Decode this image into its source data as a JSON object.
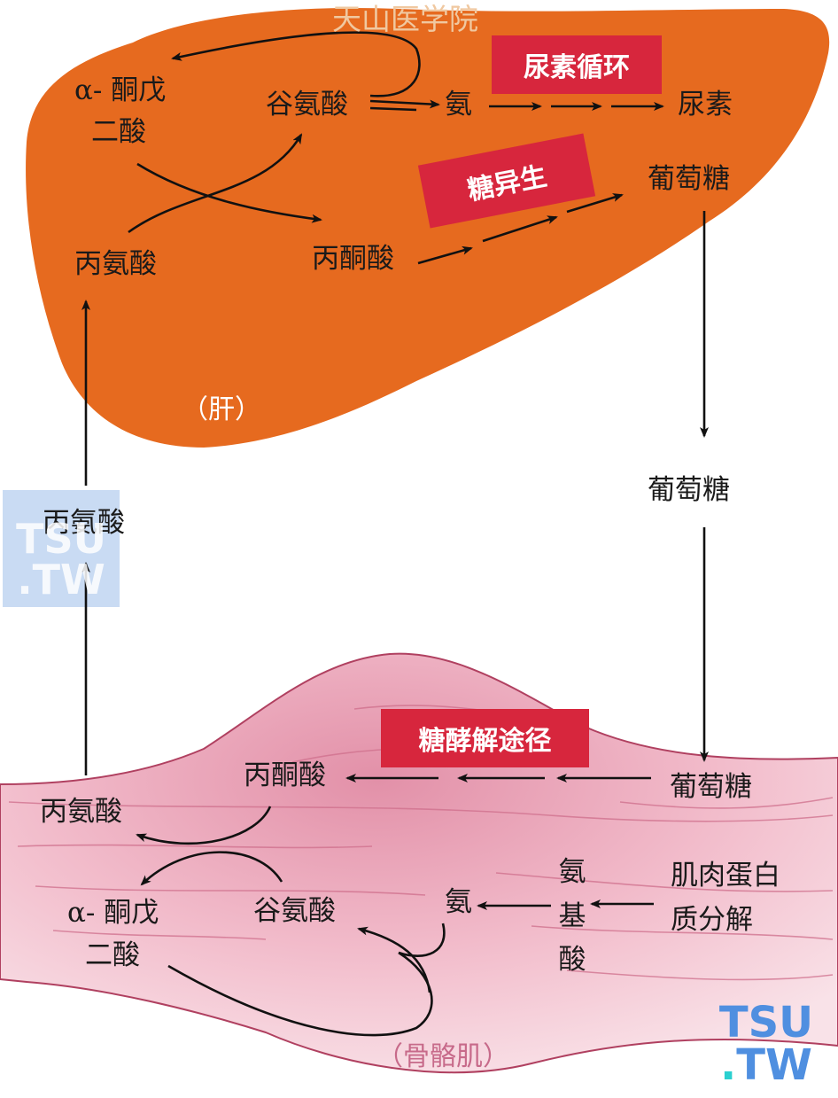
{
  "colors": {
    "liver": "#e66a1f",
    "muscle_light": "#f8dde4",
    "muscle_dark": "#e78fa7",
    "muscle_edge": "#b04060",
    "fiber": "#cf6f8c",
    "badge": "#d7263d",
    "arrow": "#111111",
    "watermark_blue": "#4f8fe0",
    "watermark_cyan": "#2bd0d0"
  },
  "watermark_top": "天山医学院",
  "liver": {
    "organ_label": "（肝）",
    "alpha_ketoglutarate_line1": "α- 酮戊",
    "alpha_ketoglutarate_line2": "二酸",
    "glutamate": "谷氨酸",
    "ammonia": "氨",
    "urea": "尿素",
    "urea_cycle_badge": "尿素循环",
    "gluconeogenesis_badge": "糖异生",
    "glucose": "葡萄糖",
    "alanine": "丙氨酸",
    "pyruvate": "丙酮酸"
  },
  "blood": {
    "glucose": "葡萄糖",
    "alanine": "丙氨酸"
  },
  "muscle": {
    "organ_label": "（骨骼肌）",
    "glycolysis_badge": "糖酵解途径",
    "pyruvate": "丙酮酸",
    "glucose": "葡萄糖",
    "alanine": "丙氨酸",
    "alpha_ketoglutarate_line1": "α- 酮戊",
    "alpha_ketoglutarate_line2": "二酸",
    "glutamate": "谷氨酸",
    "ammonia": "氨",
    "amino_acid": "氨基酸",
    "protein_breakdown_line1": "肌肉蛋白",
    "protein_breakdown_line2": "质分解"
  },
  "watermark": {
    "line1": "TSU",
    "dot": ".",
    "line2": "TW"
  }
}
